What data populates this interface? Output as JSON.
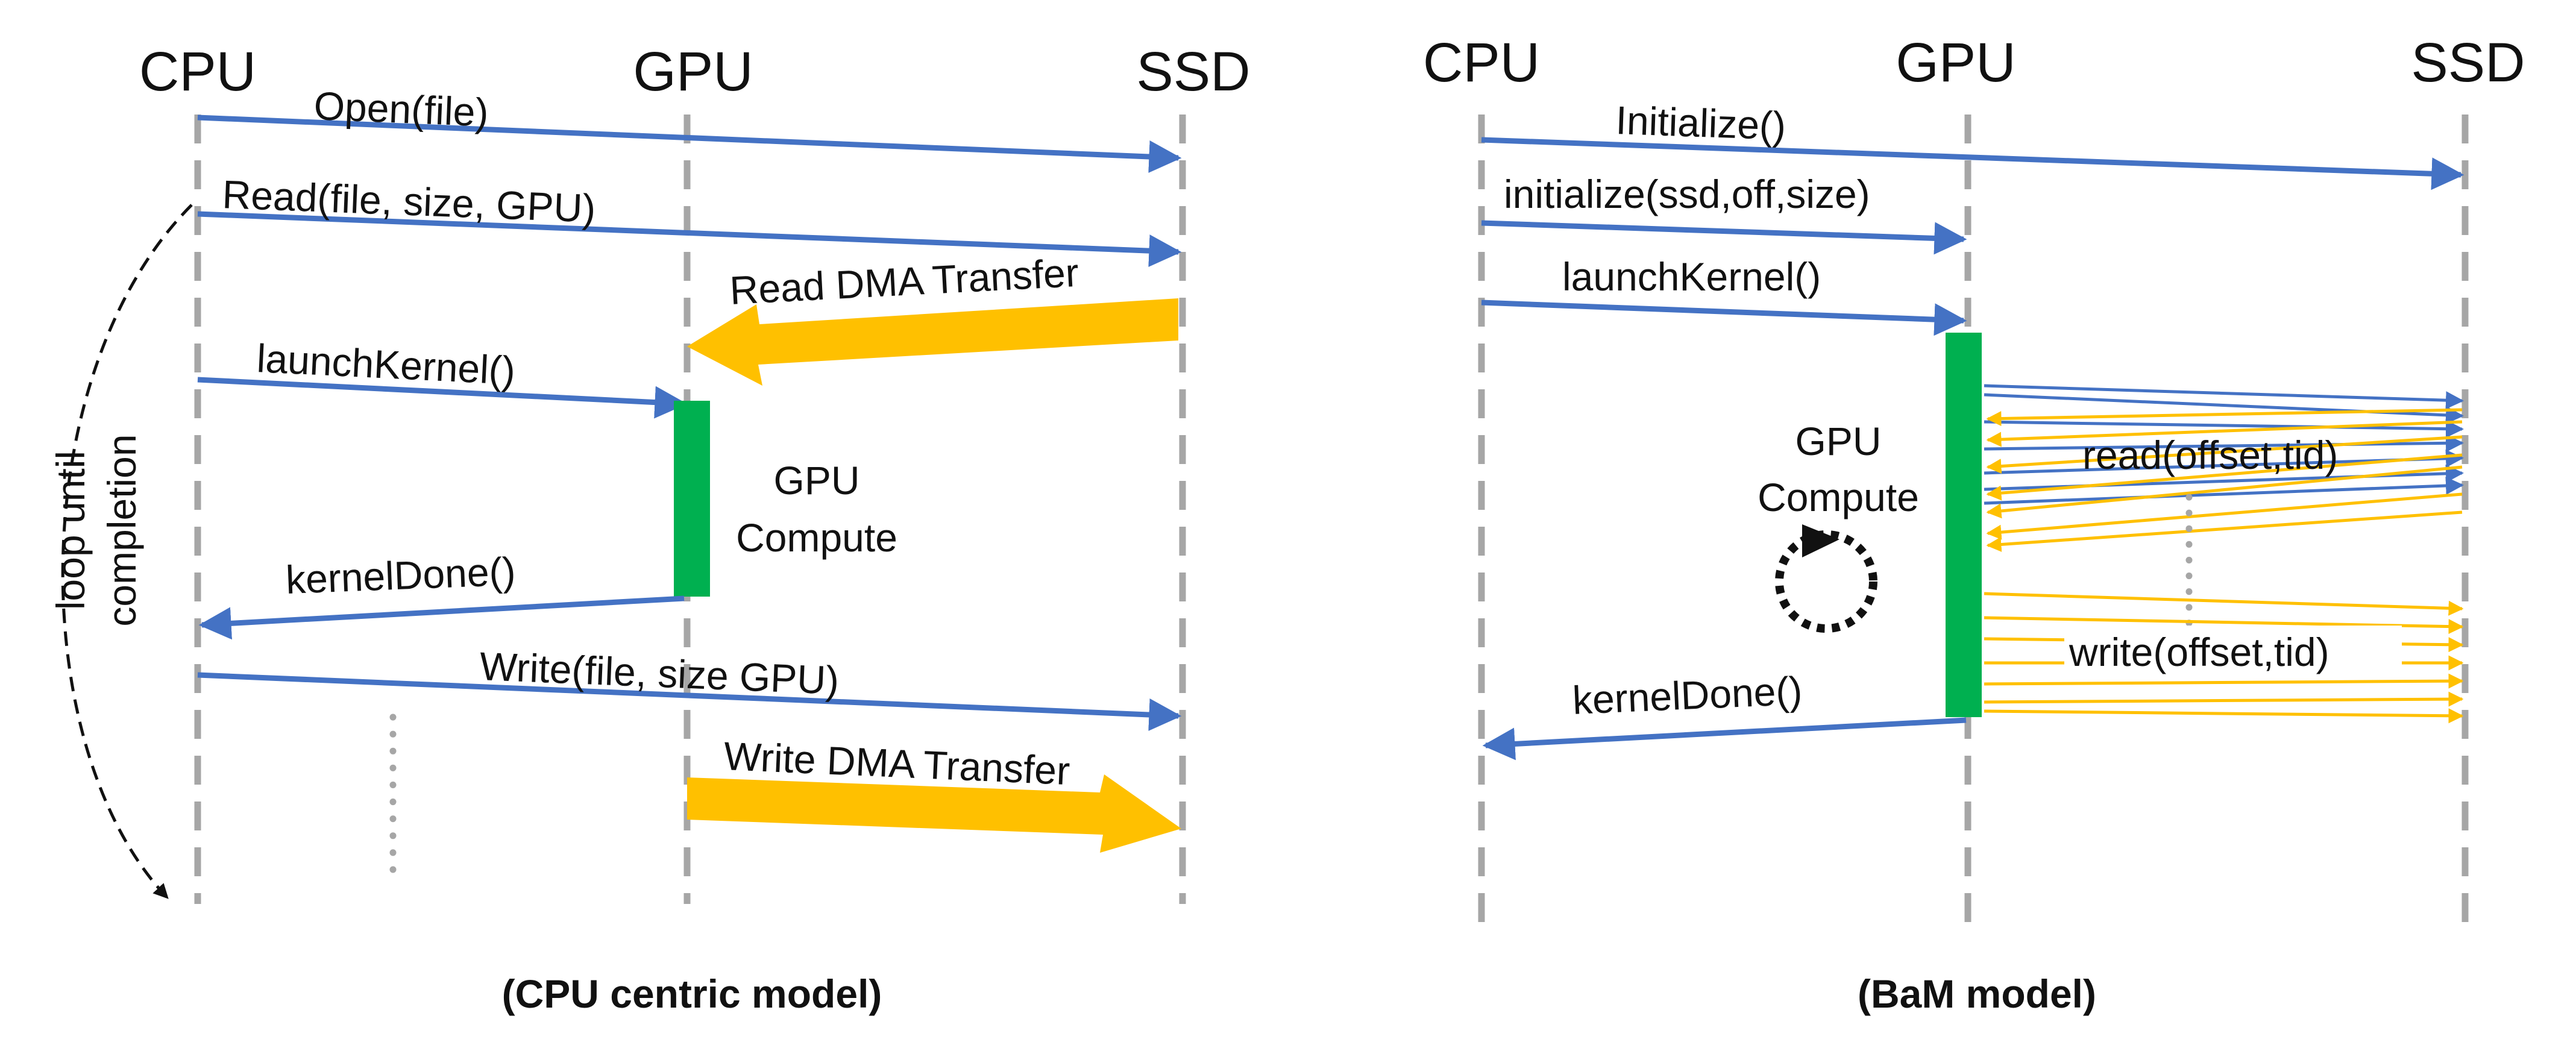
{
  "colors": {
    "message_arrow": "#4472C4",
    "transfer_arrow": "#FFC000",
    "compute_bar": "#00B050",
    "lifeline": "#A6A6A6",
    "text": "#111111"
  },
  "left": {
    "headers": {
      "cpu": "CPU",
      "gpu": "GPU",
      "ssd": "SSD"
    },
    "messages": {
      "open": "Open(file)",
      "read": "Read(file, size, GPU)",
      "read_dma": "Read DMA Transfer",
      "launch": "launchKernel()",
      "gpu": "GPU",
      "compute": "Compute",
      "done": "kernelDone()",
      "write": "Write(file, size GPU)",
      "write_dma": "Write DMA Transfer"
    },
    "loop": {
      "line1": "loop until",
      "line2": "completion"
    },
    "caption": "(CPU centric model)"
  },
  "right": {
    "headers": {
      "cpu": "CPU",
      "gpu": "GPU",
      "ssd": "SSD"
    },
    "messages": {
      "initialize": "Initialize()",
      "init_ssd": "initialize(ssd,off,size)",
      "launch": "launchKernel()",
      "gpu": "GPU",
      "compute": "Compute",
      "read": "read(offset,tid)",
      "write": "write(offset,tid)",
      "done": "kernelDone()"
    },
    "caption": "(BaM model)"
  }
}
